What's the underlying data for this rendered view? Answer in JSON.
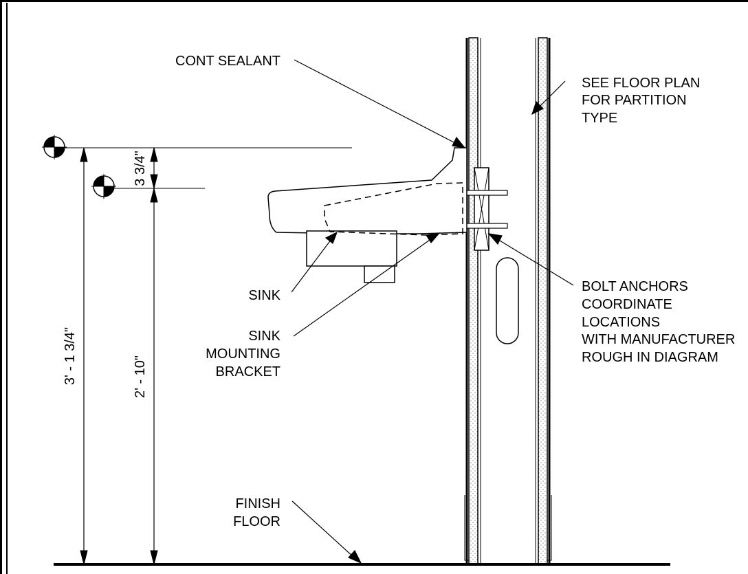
{
  "annotations": {
    "cont_sealant": "CONT SEALANT",
    "partition_note": [
      "SEE FLOOR PLAN",
      "FOR PARTITION",
      "TYPE"
    ],
    "sink": "SINK",
    "sink_mounting_bracket": [
      "SINK",
      "MOUNTING",
      "BRACKET"
    ],
    "bolt_anchors": [
      "BOLT ANCHORS",
      "COORDINATE",
      "LOCATIONS",
      "WITH MANUFACTURER",
      "ROUGH IN DIAGRAM"
    ],
    "finish_floor": [
      "FINISH",
      "FLOOR"
    ]
  },
  "dimensions": {
    "overall_height": "3' - 1 3/4\"",
    "rim_height": "2' - 10\"",
    "rim_offset": "3 3/4\""
  }
}
